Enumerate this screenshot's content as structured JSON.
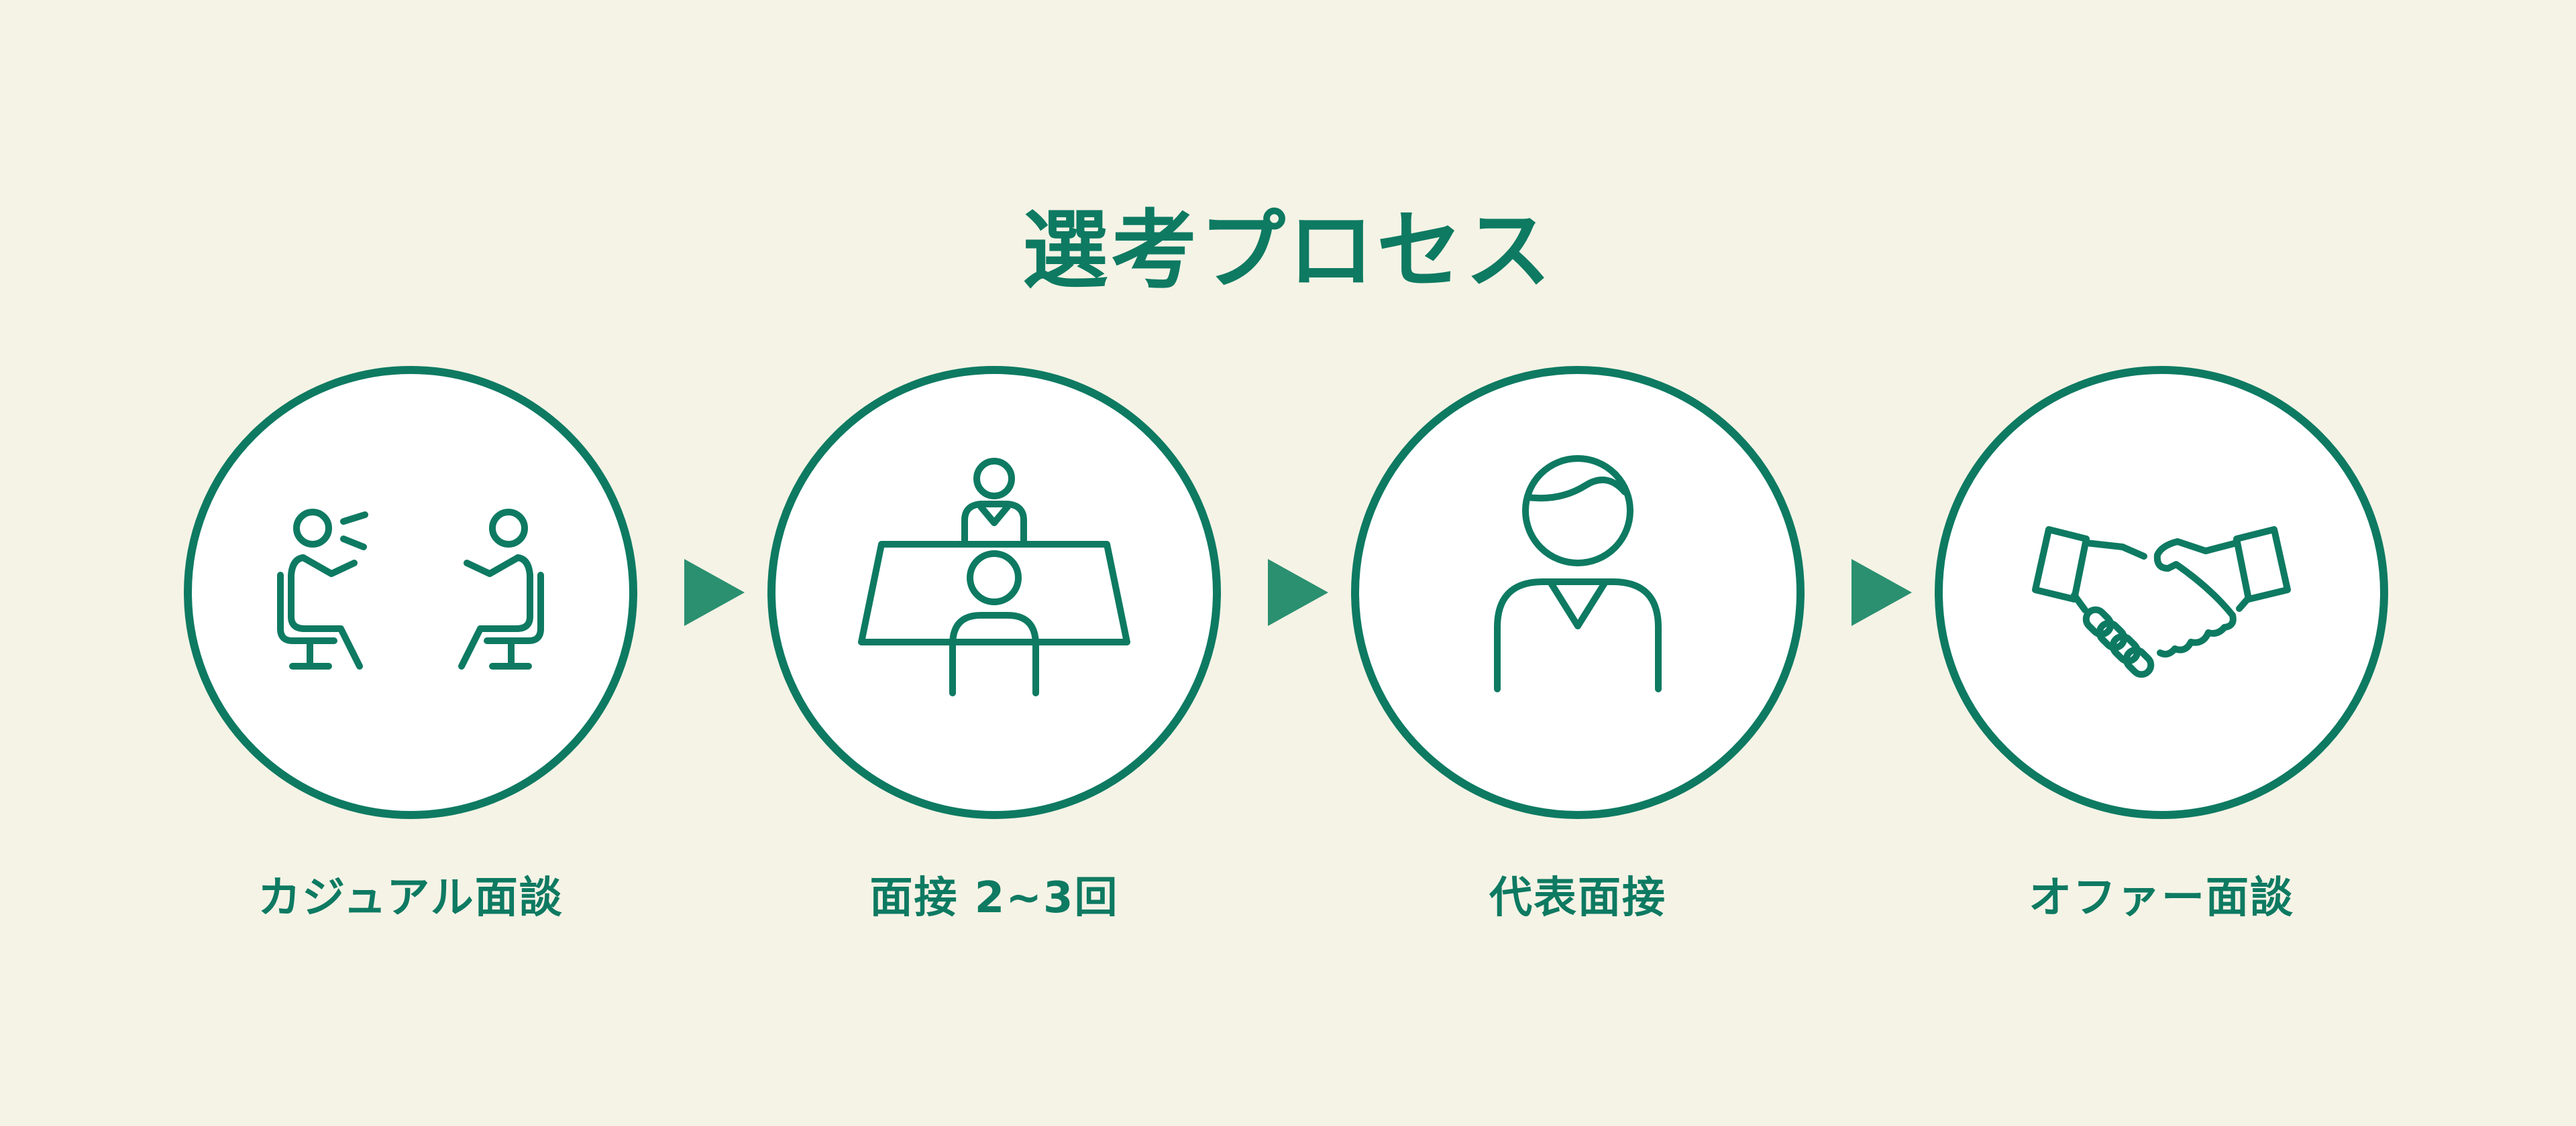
{
  "title": "選考プロセス",
  "colors": {
    "accent": "#0e7a62",
    "arrow": "#2a9070",
    "background": "#f5f3e6",
    "circle_fill": "#ffffff"
  },
  "steps": [
    {
      "label": "カジュアル面談",
      "icon": "casual-meeting-icon"
    },
    {
      "label": "面接 2~3回",
      "icon": "interview-table-icon"
    },
    {
      "label": "代表面接",
      "icon": "ceo-person-icon"
    },
    {
      "label": "オファー面談",
      "icon": "handshake-icon"
    }
  ],
  "connectors": [
    "arrow-right-icon",
    "arrow-right-icon",
    "arrow-right-icon"
  ]
}
